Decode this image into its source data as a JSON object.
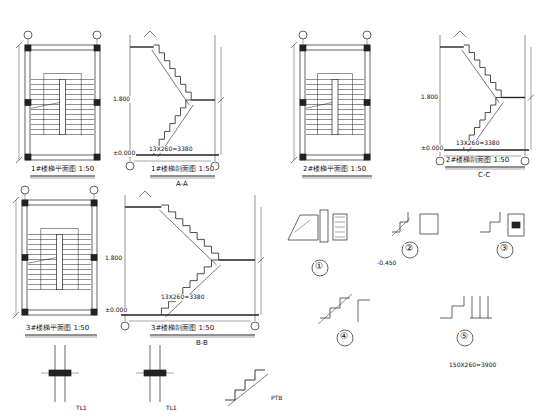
{
  "diagram": {
    "labels": [
      "1#楼梯平面图 1:50",
      "1#楼梯剖面图 1:50",
      "A-A",
      "2#楼梯平面图 1:50",
      "2#楼梯剖面图 1:50",
      "C-C",
      "3#楼梯平面图 1:50",
      "3#楼梯剖面图 1:50",
      "B-B",
      "①",
      "②",
      "③",
      "④",
      "⑤",
      "13X260=3380",
      "13X260=3380",
      "13X260=3380",
      "1.800",
      "±0.000",
      "1.800",
      "±0.000",
      "1.800",
      "±0.000",
      "-0.450",
      "150X260=3900",
      "TL1",
      "TL1",
      "PTB"
    ]
  }
}
